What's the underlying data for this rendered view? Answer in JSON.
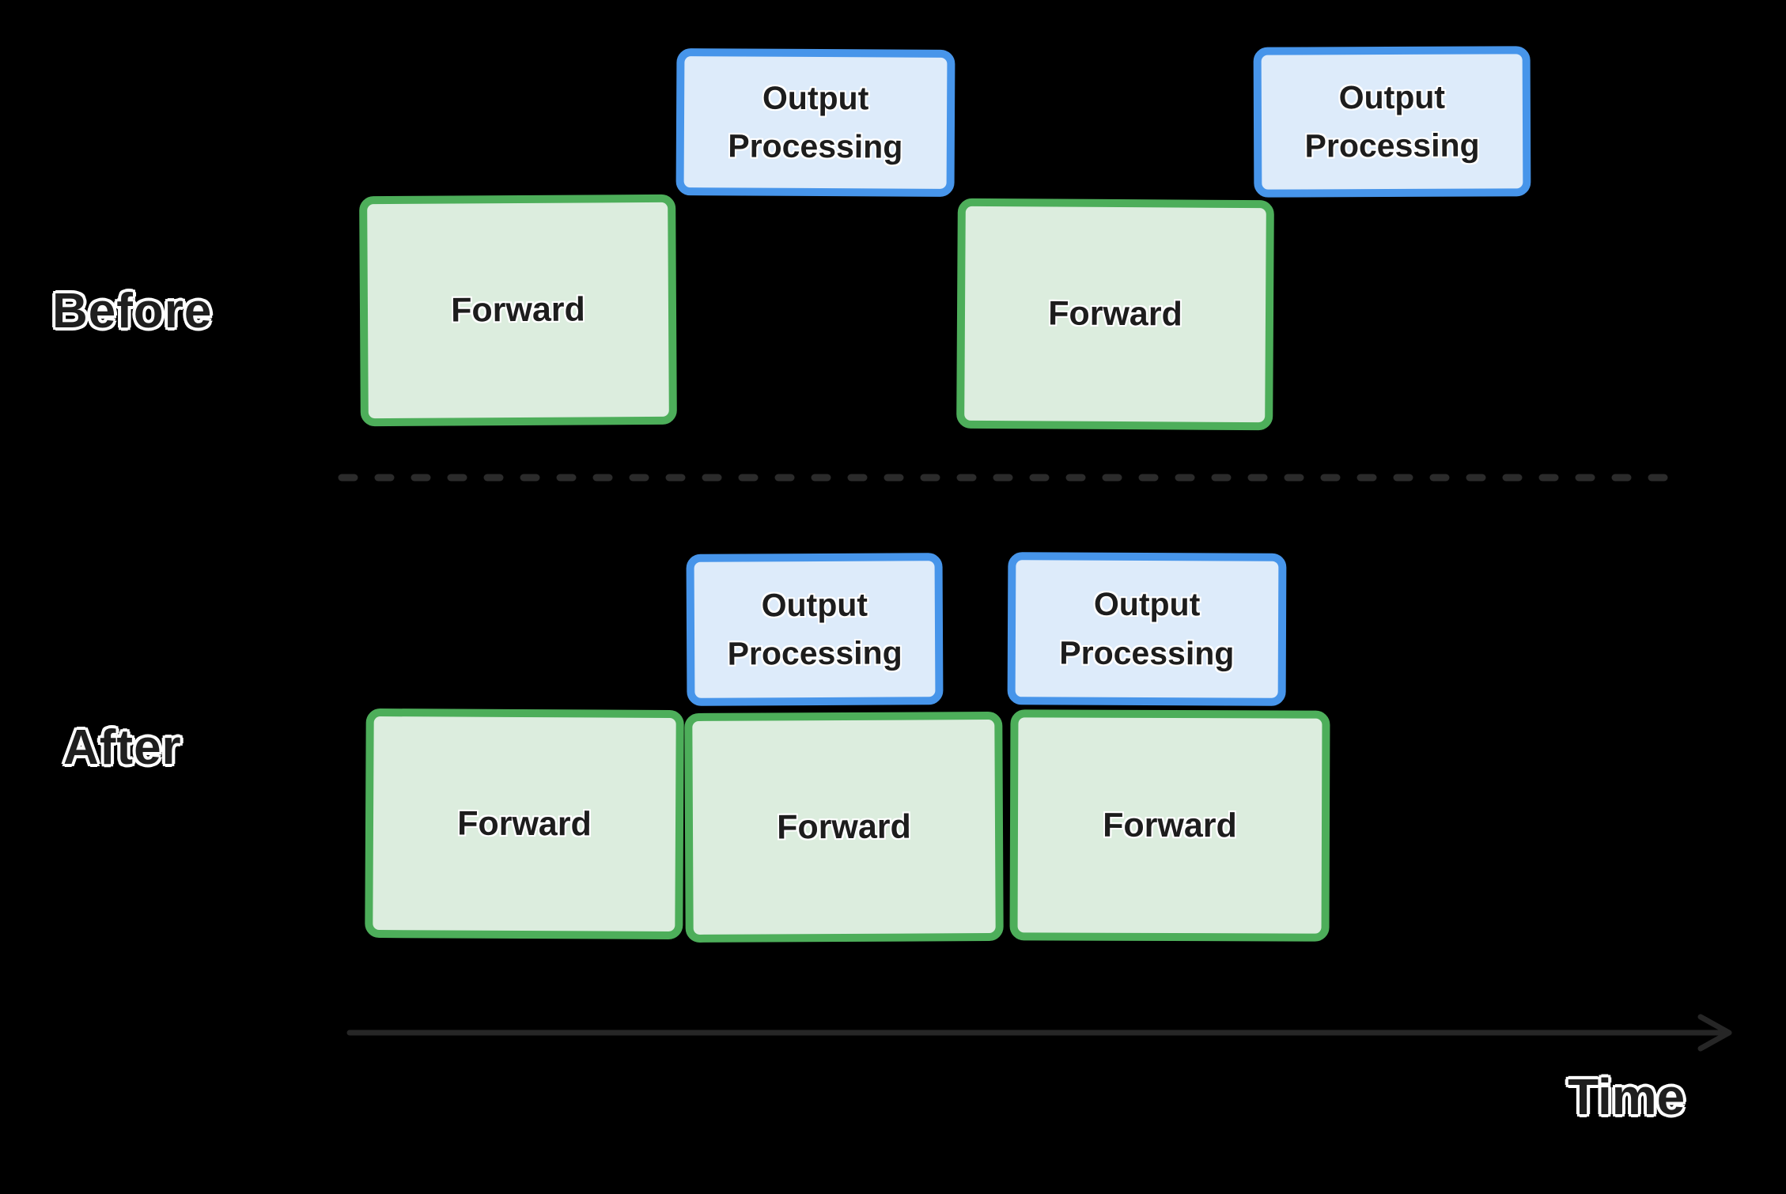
{
  "diagram": {
    "title_context": "Forward pass vs output processing pipelining",
    "colors": {
      "canvas_bg": "#000000",
      "forward_fill": "#dcedde",
      "forward_border": "#4dae5a",
      "output_fill": "#ddebfa",
      "output_border": "#4795ea",
      "box_text": "#1d1d1d",
      "divider": "#2b2b2b",
      "axis": "#262626",
      "label_text": "#1f1f1f",
      "label_outline": "#ffffff"
    },
    "sections": {
      "before": {
        "label": "Before",
        "boxes": [
          {
            "type": "forward",
            "label": "Forward"
          },
          {
            "type": "output",
            "label": "Output Processing"
          },
          {
            "type": "forward",
            "label": "Forward"
          },
          {
            "type": "output",
            "label": "Output Processing"
          }
        ]
      },
      "after": {
        "label": "After",
        "boxes": [
          {
            "type": "forward",
            "label": "Forward"
          },
          {
            "type": "forward",
            "label": "Forward"
          },
          {
            "type": "forward",
            "label": "Forward"
          },
          {
            "type": "output",
            "label": "Output Processing"
          },
          {
            "type": "output",
            "label": "Output Processing"
          }
        ]
      }
    },
    "axis": {
      "label": "Time"
    }
  }
}
